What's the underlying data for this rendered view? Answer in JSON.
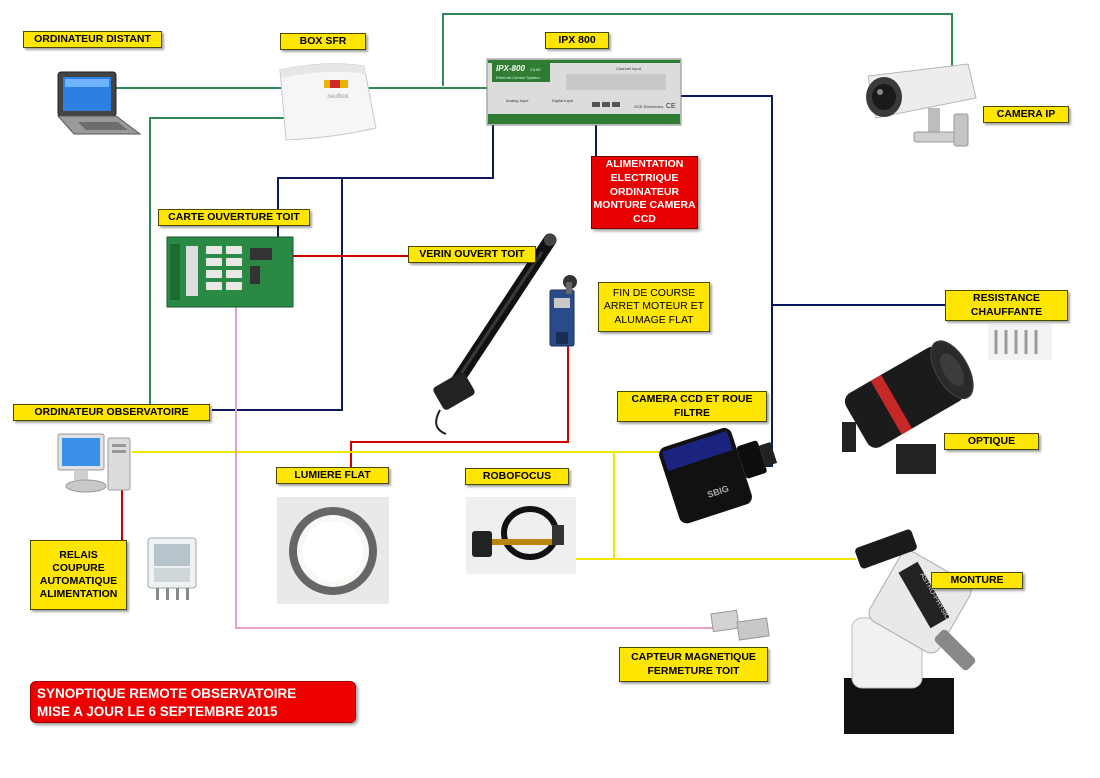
{
  "labels": {
    "ordinateur_distant": "ORDINATEUR DISTANT",
    "box_sfr": "BOX SFR",
    "ipx800": "IPX 800",
    "camera_ip": "CAMERA IP",
    "carte_ouverture_toit": "CARTE OUVERTURE TOIT",
    "verin_ouvert_toit": "VERIN OUVERT TOIT",
    "fin_de_course": "FIN DE COURSE\nARRET MOTEUR ET\nALUMAGE FLAT",
    "resistance_chauffante": "RESISTANCE\nCHAUFFANTE",
    "ordinateur_observatoire": "ORDINATEUR OBSERVATOIRE",
    "camera_ccd": "CAMERA CCD ET ROUE\nFILTRE",
    "optique": "OPTIQUE",
    "lumiere_flat": "LUMIERE FLAT",
    "robofocus": "ROBOFOCUS",
    "relais": "RELAIS\nCOUPURE\nAUTOMATIQUE\nALIMENTATION",
    "monture": "MONTURE",
    "capteur_magnetique": "CAPTEUR MAGNETIQUE\nFERMETURE TOIT"
  },
  "alimentation": "ALIMENTATION\nELECTRIQUE\nORDINATEUR\nMONTURE CAMERA\nCCD",
  "title": {
    "line1": "SYNOPTIQUE REMOTE OBSERVATOIRE",
    "line2": "MISE A JOUR LE 6 SEPTEMBRE 2015"
  },
  "device_text": {
    "ipx_model": "IPX-800",
    "ipx_version": "V3.00",
    "ipx_subtitle": "Ethernet Control System",
    "ipx_channel_input": "Channel Input",
    "ipx_analog": "Analog Input",
    "ipx_digital": "Digital Input",
    "ipx_brand": "GCE Electronics",
    "ipx_ce": "CE",
    "box_brand": "neufbox",
    "ccd_brand": "SBIG",
    "mount_brand": "ASTRO-PHYSICS"
  },
  "colors": {
    "green_link": "#2e8b57",
    "navy_link": "#0a1a5c",
    "red_link": "#d00000",
    "yellow_link": "#f2e600",
    "pink_link": "#e6a0c8",
    "label_bg": "#ffe600"
  }
}
